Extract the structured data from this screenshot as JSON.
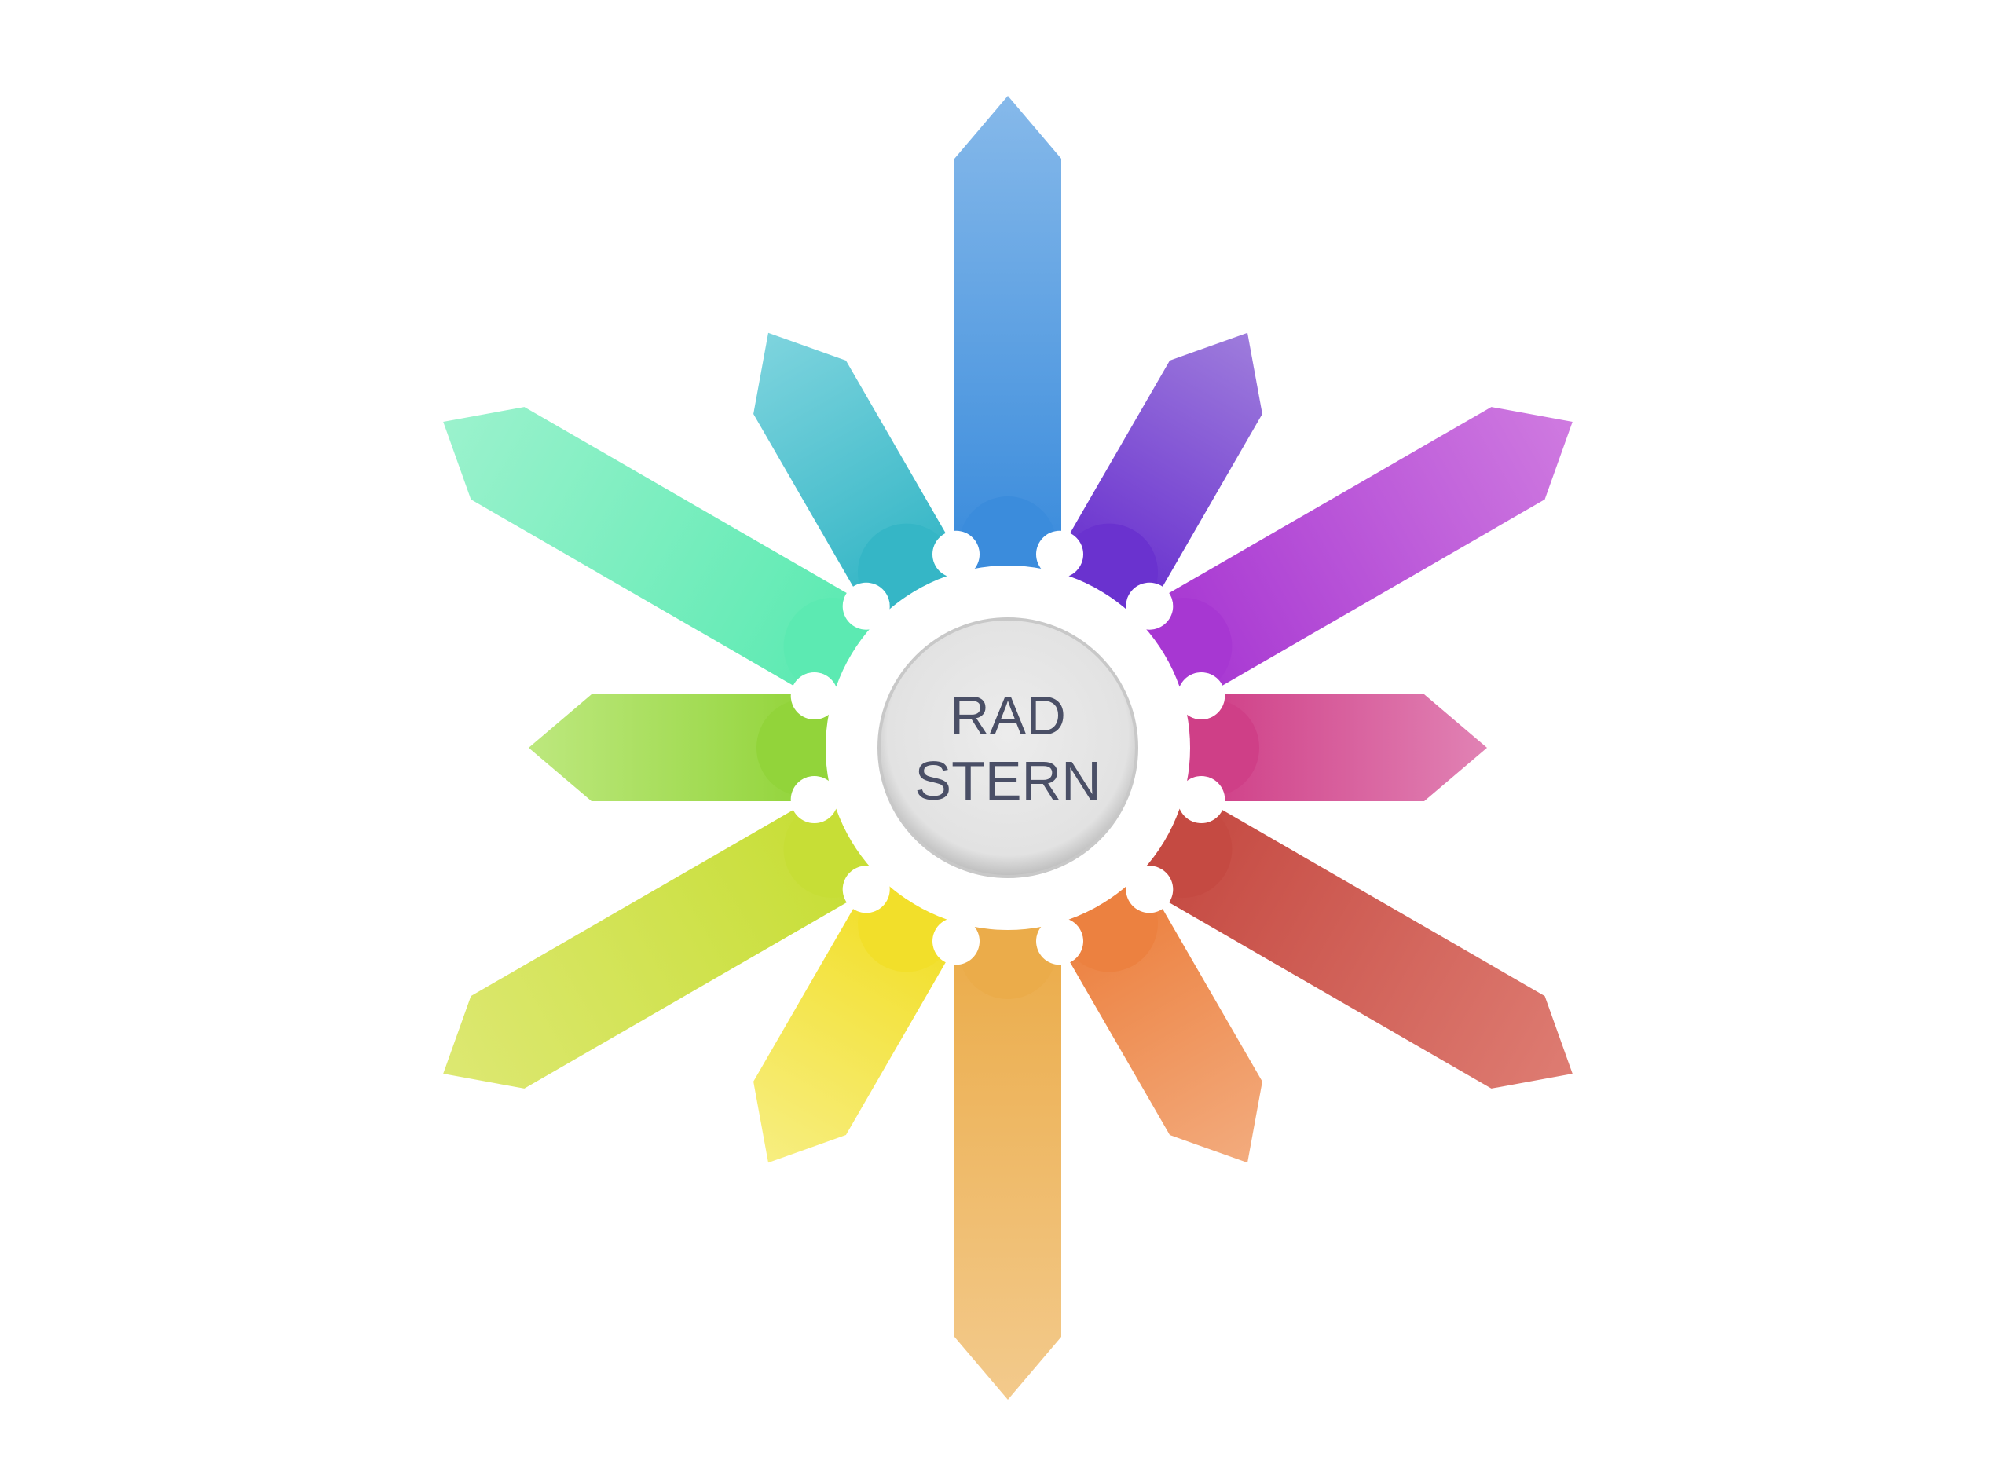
{
  "diagram": {
    "center_label_lines": [
      "RAD",
      "STERN"
    ],
    "center_colors": {
      "fill": "#e6e6e6",
      "ring": "#bfbfbf",
      "text": "#4a4f66"
    },
    "arrows": [
      {
        "name": "arrow-north",
        "color_light": "#86b9ea",
        "color_dark": "#3b8cdc"
      },
      {
        "name": "arrow-north-northeast",
        "color_light": "#9e7cdc",
        "color_dark": "#6a32cf"
      },
      {
        "name": "arrow-east-northeast",
        "color_light": "#cf7ae0",
        "color_dark": "#a737d2"
      },
      {
        "name": "arrow-east",
        "color_light": "#e182b4",
        "color_dark": "#cf3f87"
      },
      {
        "name": "arrow-east-southeast",
        "color_light": "#de7c72",
        "color_dark": "#c54a42"
      },
      {
        "name": "arrow-south-southeast",
        "color_light": "#f3ab7d",
        "color_dark": "#ec8140"
      },
      {
        "name": "arrow-south",
        "color_light": "#f3ca8c",
        "color_dark": "#ebac4a"
      },
      {
        "name": "arrow-south-southwest",
        "color_light": "#f7ee80",
        "color_dark": "#f2df2a"
      },
      {
        "name": "arrow-west-southwest",
        "color_light": "#dde872",
        "color_dark": "#c7de36"
      },
      {
        "name": "arrow-west",
        "color_light": "#bde87e",
        "color_dark": "#92d43a"
      },
      {
        "name": "arrow-west-northwest",
        "color_light": "#9bf2cd",
        "color_dark": "#5ceab2"
      },
      {
        "name": "arrow-north-northwest",
        "color_light": "#7ed4de",
        "color_dark": "#35b6c6"
      }
    ]
  }
}
